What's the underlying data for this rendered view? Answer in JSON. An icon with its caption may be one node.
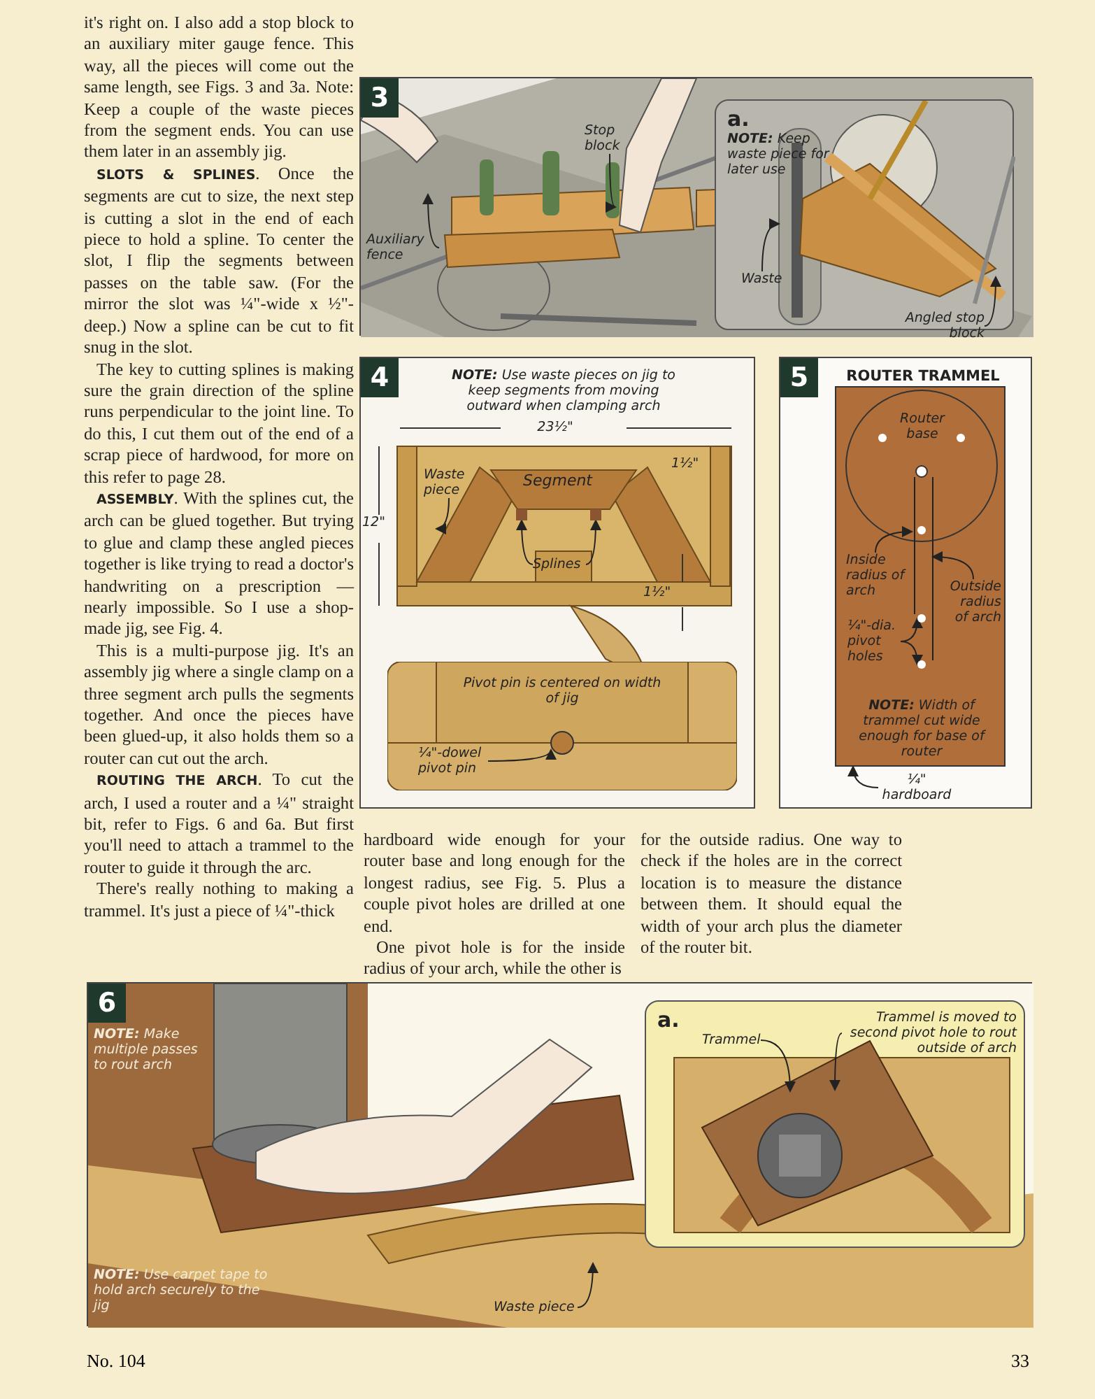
{
  "diagram": {
    "nodes": [
      {
        "text": [
          "3"
        ]
      },
      {
        "text": [
          "Stop block"
        ],
        "in": 0
      },
      {
        "text": [
          "Auxiliary fence"
        ],
        "in": 0
      },
      {
        "text": [
          "a.",
          "**NOTE:** Keep waste piece for later use"
        ],
        "in": 0
      },
      {
        "text": [
          "Waste"
        ],
        "in": 3
      },
      {
        "text": [
          "Angled stop block"
        ],
        "in": 3
      },
      {
        "text": [
          "4",
          "**NOTE:** Use waste pieces on jig to keep segments from moving outward when clamping arch"
        ]
      },
      {
        "text": [
          "Waste piece"
        ],
        "in": 6
      },
      {
        "text": [
          "Splines"
        ],
        "in": 6
      },
      {
        "text": [],
        "shape": "box",
        "in": 6
      },
      {
        "text": [],
        "shape": "box",
        "in": 6
      },
      {
        "text": [
          "Pivot pin is centered on width of jig"
        ],
        "in": 6
      },
      {
        "text": [
          "¼\"-dowel pivot pin"
        ],
        "in": 11
      },
      {
        "text": [
          "5",
          "ROUTER TRAMMEL"
        ]
      },
      {
        "text": [
          "Router base",
          "**NOTE:** Width of trammel cut wide enough for base of router"
        ],
        "in": 13
      },
      {
        "text": [
          "Inside radius of arch"
        ],
        "in": 14
      },
      {
        "text": [
          "Outside radius of arch"
        ],
        "in": 14
      },
      {
        "text": [
          "¼\"-dia. pivot holes"
        ],
        "in": 14
      },
      {
        "text": [],
        "shape": "circle",
        "in": 14
      },
      {
        "text": [],
        "shape": "circle",
        "in": 14
      },
      {
        "text": [
          "¼\" hardboard"
        ],
        "in": 13
      },
      {
        "text": [
          "6"
        ]
      },
      {
        "text": [
          "a."
        ],
        "in": 21
      },
      {
        "text": [
          "Trammel"
        ],
        "in": 22
      },
      {
        "text": [
          "Trammel is moved to second pivot hole to rout outside of arch"
        ],
        "in": 22
      },
      {
        "text": [
          "Waste piece"
        ],
        "in": 21
      }
    ],
    "edges": [
      {
        "from": 1,
        "to": null,
        "arrow": "to"
      },
      {
        "from": 2,
        "to": null,
        "arrow": "to"
      },
      {
        "from": 4,
        "to": null,
        "arrow": "to"
      },
      {
        "from": 5,
        "to": null,
        "arrow": "to"
      },
      {
        "from": 7,
        "to": null,
        "arrow": "to"
      },
      {
        "from": 8,
        "to": 9,
        "arrow": "to"
      },
      {
        "from": 8,
        "to": 10,
        "arrow": "to"
      },
      {
        "from": 12,
        "to": null,
        "arrow": "to"
      },
      {
        "from": 15,
        "to": null,
        "arrow": "to"
      },
      {
        "from": 16,
        "to": null,
        "arrow": "to"
      },
      {
        "from": 17,
        "to": 18,
        "arrow": "to"
      },
      {
        "from": 17,
        "to": 19,
        "arrow": "to"
      },
      {
        "from": 20,
        "to": 14,
        "arrow": "to"
      },
      {
        "from": 23,
        "to": null,
        "arrow": "to"
      },
      {
        "from": 24,
        "to": null,
        "arrow": "to"
      },
      {
        "from": 25,
        "to": null,
        "arrow": "to"
      }
    ],
    "labels": [
      "it's right on. I also add a stop block to an auxiliary miter gauge fence. This way, all the pieces will come out the same length, see Figs. 3 and 3a. Note: Keep a couple of the waste pieces from the segment ends. You can use them later in an assembly jig.",
      "**SLOTS & SPLINES**. Once the segments are cut to size, the next step is cutting a slot in the end of each piece to hold a spline. To center the slot, I flip the segments between passes on the table saw. (For the mirror the slot was ¼\"-wide x ½\"-deep.) Now a spline can be cut to fit snug in the slot.",
      "The key to cutting splines is making sure the grain direction of the spline runs perpendicular to the joint line. To do this, I cut them out of the end of a scrap piece of hardwood, for more on this refer to page 28.",
      "**ASSEMBLY**. With the splines cut, the arch can be glued together. But trying to glue and clamp these angled pieces together is like trying to read a doctor's handwriting on a prescription — nearly impossible. So I use a shop-made jig, see Fig. 4.",
      "This is a multi-purpose jig. It's an assembly jig where a single clamp on a three segment arch pulls the segments together. And once the pieces have been glued-up, it also holds them so a router can cut out the arch.",
      "**ROUTING THE ARCH**. To cut the arch, I used a router and a ¼\" straight bit, refer to Figs. 6 and 6a. But first you'll need to attach a trammel to the router to guide it through the arc.",
      "There's really nothing to making a trammel. It's just a piece of ¼\"-thick",
      "hardboard wide enough for your router base and long enough for the longest radius, see Fig. 5. Plus a couple pivot holes are drilled at one end.",
      "One pivot hole is for the inside radius of your arch, while the other is",
      "for the outside radius. One way to check if the holes are in the correct location is to measure the distance between them. It should equal the width of your arch plus the diameter of the router bit.",
      "23½\"",
      "Segment",
      "1½\"",
      "12\"",
      "1½\"",
      "**NOTE:** Make multiple passes to rout arch",
      "**NOTE:** Use carpet tape to hold arch securely to the jig",
      "No. 104",
      "33"
    ]
  }
}
